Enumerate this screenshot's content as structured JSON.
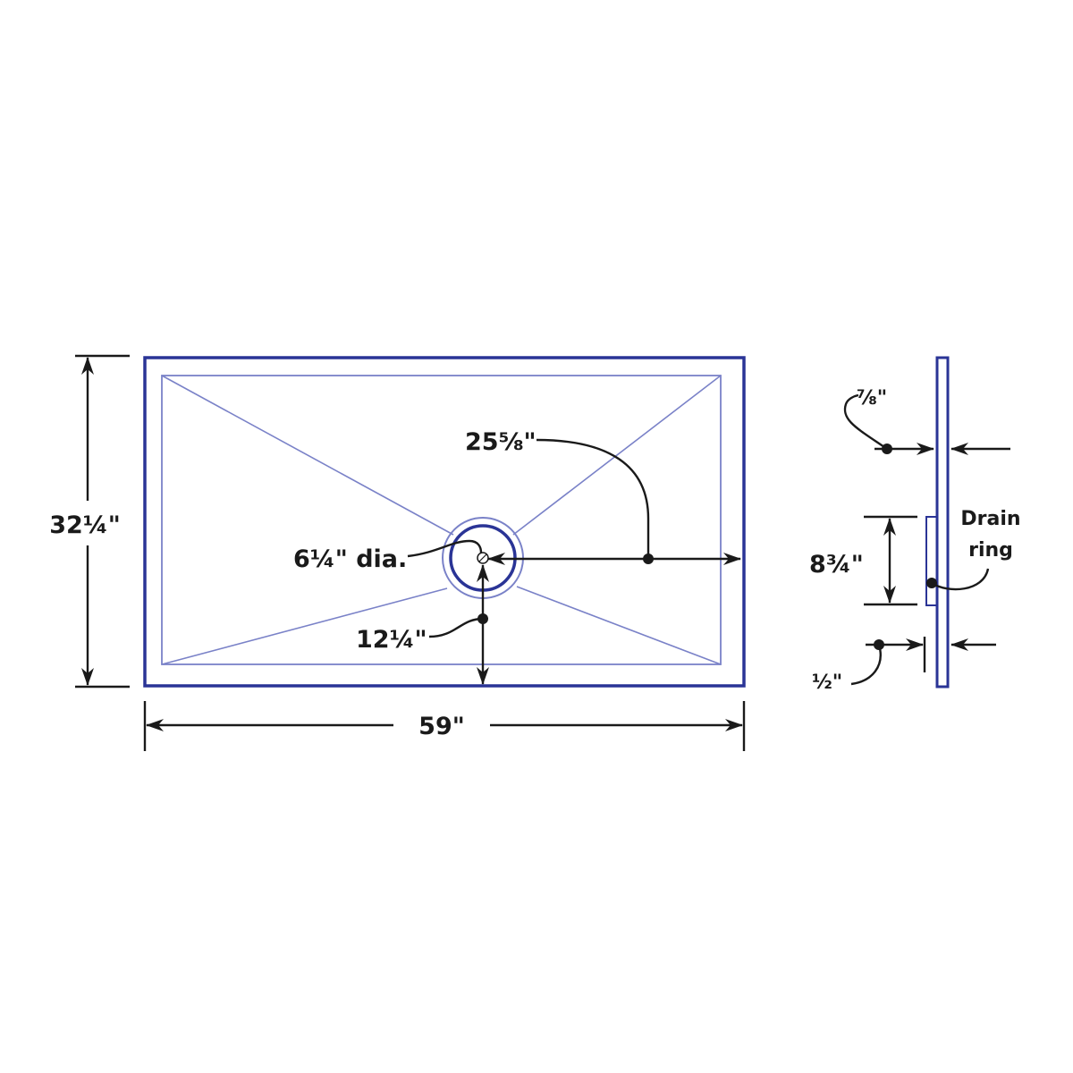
{
  "title": "Shower pan dimension drawing",
  "colors": {
    "outline": "#2a3496",
    "inner": "#7a82c8",
    "dimension": "#1a1a1a"
  },
  "top_view": {
    "width_label": "59\"",
    "depth_label": "32¼\"",
    "drain_offset_x_label": "25⅝\"",
    "drain_offset_y_label": "12¼\"",
    "drain_diameter_label": "6¼\" dia."
  },
  "side_view": {
    "thickness_label": "⅞\"",
    "drain_ring_height_label": "8¾\"",
    "drain_ring_depth_label": "½\"",
    "drain_ring_label_line1": "Drain",
    "drain_ring_label_line2": "ring"
  }
}
